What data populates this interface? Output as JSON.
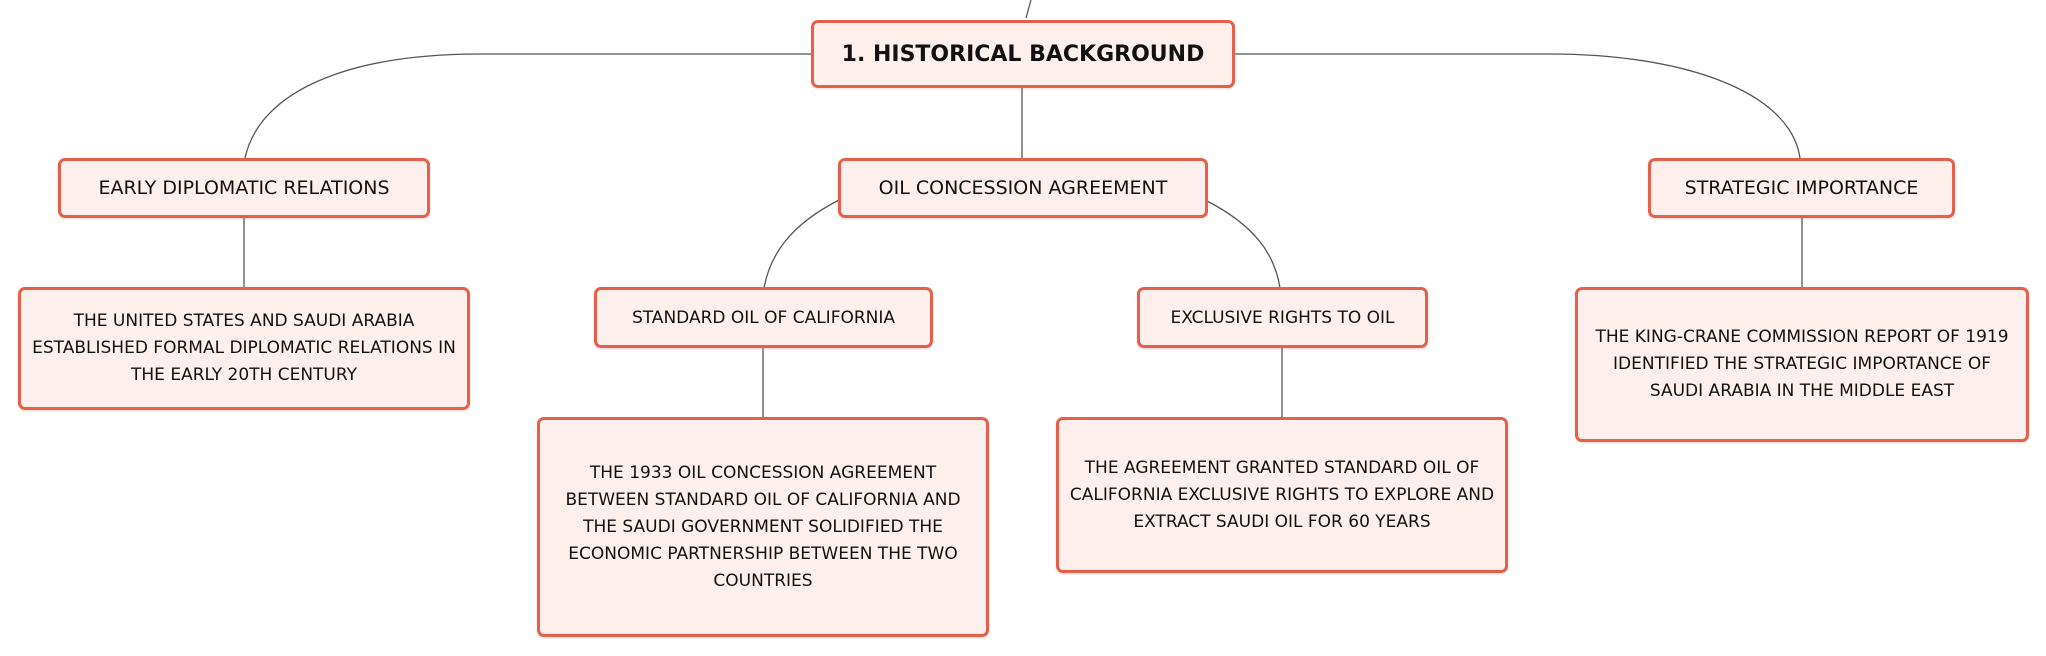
{
  "colors": {
    "node_border": "#e5604c",
    "node_fill": "#fdf0ec",
    "connector": "#555555",
    "text": "#111111"
  },
  "root": {
    "label": "1. HISTORICAL BACKGROUND"
  },
  "branches": {
    "diplomatic": {
      "label": "EARLY DIPLOMATIC RELATIONS",
      "detail": "THE UNITED STATES AND SAUDI ARABIA ESTABLISHED FORMAL DIPLOMATIC RELATIONS IN THE EARLY 20TH CENTURY"
    },
    "oil": {
      "label": "OIL CONCESSION AGREEMENT",
      "children": {
        "standard_oil": {
          "label": "STANDARD OIL OF CALIFORNIA",
          "detail": "THE 1933 OIL CONCESSION AGREEMENT BETWEEN STANDARD OIL OF CALIFORNIA AND THE SAUDI GOVERNMENT SOLIDIFIED THE ECONOMIC PARTNERSHIP BETWEEN THE TWO COUNTRIES"
        },
        "exclusive_rights": {
          "label": "EXCLUSIVE RIGHTS TO OIL",
          "detail": "THE AGREEMENT GRANTED STANDARD OIL OF CALIFORNIA EXCLUSIVE RIGHTS TO EXPLORE AND EXTRACT SAUDI OIL FOR 60 YEARS"
        }
      }
    },
    "strategic": {
      "label": "STRATEGIC IMPORTANCE",
      "detail": "THE KING-CRANE COMMISSION REPORT OF 1919 IDENTIFIED THE STRATEGIC IMPORTANCE OF SAUDI ARABIA IN THE MIDDLE EAST"
    }
  }
}
